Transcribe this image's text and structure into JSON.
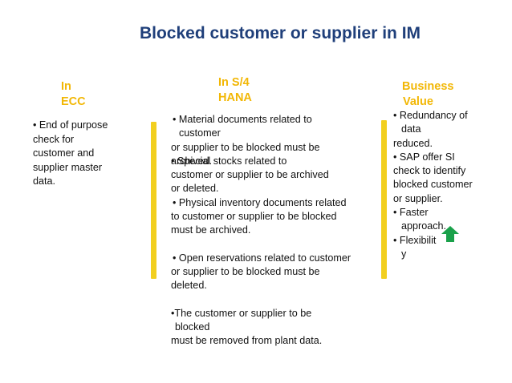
{
  "title": "Blocked customer or supplier in IM",
  "columns": {
    "ecc": {
      "heading": [
        "In",
        "ECC"
      ],
      "lines": [
        "• End of purpose",
        "check for",
        "customer and",
        "supplier master",
        "data."
      ]
    },
    "s4": {
      "heading": [
        "In S/4",
        "HANA"
      ],
      "block1": [
        "• Material documents related to",
        "customer",
        "or supplier to be blocked must be",
        "archived."
      ],
      "block1_overlap": "• Special stocks related to",
      "block2": [
        "customer or supplier to be archived",
        "or deleted.",
        "• Physical inventory documents related",
        "to customer or supplier to be blocked",
        "must be archived."
      ],
      "block3": [
        "• Open reservations related to customer",
        "or supplier to be blocked must be",
        "deleted."
      ],
      "block4": [
        "•The customer or supplier to be",
        "blocked",
        "must be removed from plant data."
      ]
    },
    "business": {
      "heading": [
        "Business",
        "Value"
      ],
      "lines": [
        "• Redundancy of",
        "data",
        "reduced.",
        "• SAP offer SI",
        "check to identify",
        "blocked customer",
        "or supplier.",
        "• Faster",
        "approach.",
        "• Flexibilit",
        "y"
      ]
    }
  },
  "colors": {
    "title": "#1f3f7a",
    "accent": "#f2b705",
    "bar": "#f2cf1f",
    "arrow": "#1aa14a"
  },
  "icons": {
    "arrow": "up-arrow-icon"
  }
}
